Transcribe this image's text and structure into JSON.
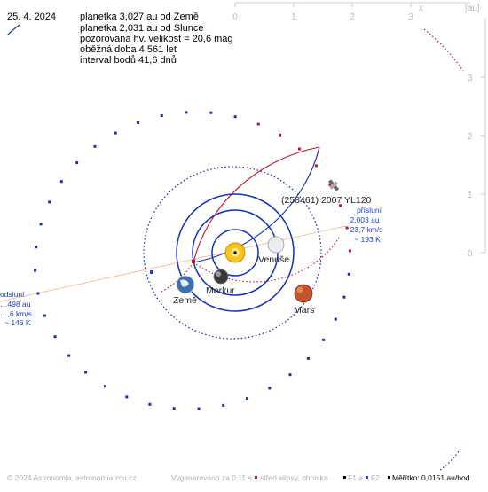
{
  "date": "25. 4. 2024",
  "info_lines": [
    "planetka 3,027 au od Země",
    "planetka 2,031 au od Slunce",
    "pozorovaná hv. velikost = 20,6 mag",
    "oběžná doba 4,561 let",
    "interval bodů 41,6 dnů"
  ],
  "axis": {
    "top_ticks": [
      "0",
      "1",
      "2",
      "3"
    ],
    "top_label": "x",
    "right_ticks": [
      "3",
      "2",
      "1",
      "0"
    ],
    "unit": "[au]"
  },
  "asteroid_name": "(258461) 2007 YL120",
  "perihelion": {
    "label": "přísluní",
    "distance": "2,003 au",
    "speed": "23,7 km/s",
    "temp": "~ 193 K"
  },
  "aphelion": {
    "label": "odsluní",
    "distance": "…498 au",
    "speed": "…,6 km/s",
    "temp": "~ 146 K"
  },
  "bodies": [
    {
      "name": "Venuše",
      "color": "#e8e8e8"
    },
    {
      "name": "Merkur",
      "color": "#555555"
    },
    {
      "name": "Země",
      "color": "#3a6fb0"
    },
    {
      "name": "Mars",
      "color": "#c0552f"
    }
  ],
  "footer": {
    "copyright": "© 2024 Astronomia, astronomia.zcu.cz",
    "generated": "Vygenerováno za 0,11 s",
    "legend_center": "střed elipsy, ohniska",
    "legend_f1": "F1 a",
    "legend_f2": "F2",
    "scale": "Měřítko: 0,0151 au/bod"
  },
  "colors": {
    "orbit_blue": "#1030c0",
    "orbit_red": "#cc1020",
    "sun": "#f5c518",
    "axis_line": "#f0b090"
  }
}
